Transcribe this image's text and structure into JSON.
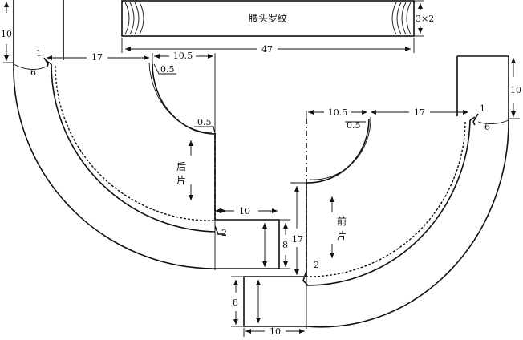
{
  "band": {
    "label": "腰头罗纹",
    "height": "3×2",
    "length": "47"
  },
  "back": {
    "label_top": "后",
    "label_bottom": "片",
    "d_height": "10",
    "d_tab": "1",
    "d_ext": "6",
    "d_main": "17",
    "d_neck": "10.5",
    "d_a": "0.5",
    "d_b": "0.5",
    "d_width": "10",
    "d_side": "8",
    "d_corner": "2"
  },
  "front": {
    "label_top": "前",
    "label_bottom": "片",
    "d_neck": "10.5",
    "d_main": "17",
    "d_tab": "1",
    "d_height": "10",
    "d_ext": "6",
    "d_a": "0.5",
    "d_long": "17",
    "d_corner": "2",
    "d_side": "8",
    "d_width": "10"
  }
}
